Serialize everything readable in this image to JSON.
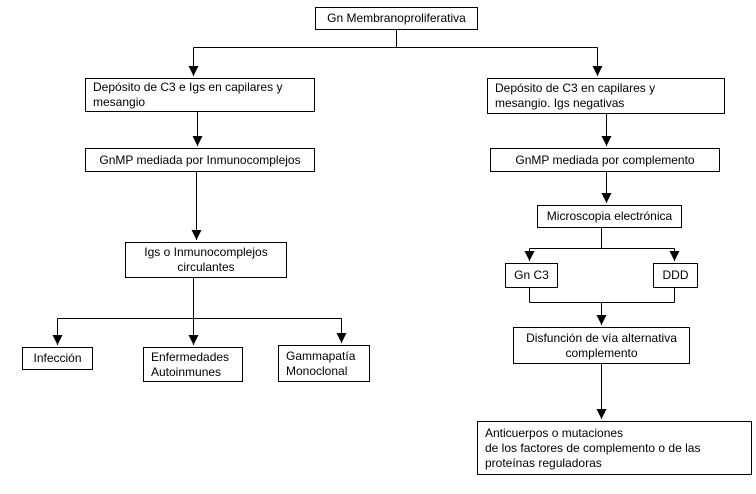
{
  "diagram_type": "flowchart",
  "colors": {
    "background": "#ffffff",
    "box_border": "#000000",
    "text": "#000000",
    "connector": "#000000"
  },
  "nodes": {
    "root": {
      "label": "Gn Membranoproliferativa"
    },
    "l_deposito": {
      "label": "Depósito de C3 e Igs en capilares y\nmesangio"
    },
    "l_gnmp": {
      "label": "GnMP mediada por Inmunocomplejos"
    },
    "igs": {
      "label": "Igs o Inmunocomplejos\ncirculantes"
    },
    "infeccion": {
      "label": "Infección"
    },
    "enfermedades": {
      "label": "Enfermedades\nAutoinmunes"
    },
    "gammapatia": {
      "label": "Gammapatía\nMonoclonal"
    },
    "r_deposito": {
      "label": "Depósito de C3 en capilares y\nmesangio. Igs negativas"
    },
    "r_gnmp": {
      "label": "GnMP mediada por complemento"
    },
    "microscopia": {
      "label": "Microscopia electrónica"
    },
    "gn_c3": {
      "label": "Gn C3"
    },
    "ddd": {
      "label": "DDD"
    },
    "disfuncion": {
      "label": "Disfunción de vía alternativa\ncomplemento"
    },
    "anticuerpos": {
      "label": "Anticuerpos o mutaciones\nde los factores de complemento o de las\nproteínas reguladoras"
    }
  }
}
